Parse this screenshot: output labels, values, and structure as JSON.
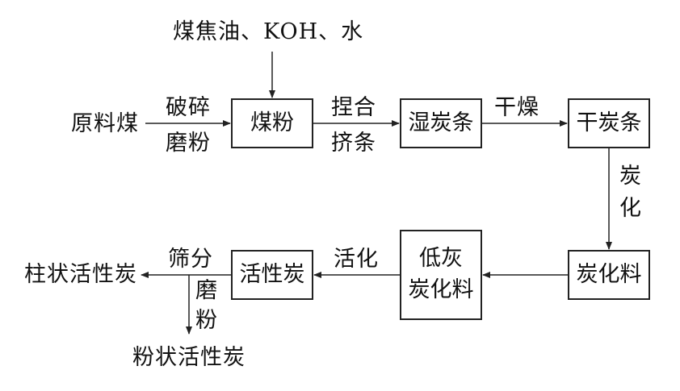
{
  "top_input": "煤焦油、KOH、水",
  "start_label": "原料煤",
  "edge_crush": {
    "line1": "破碎",
    "line2": "磨粉"
  },
  "box_coal_powder": "煤粉",
  "edge_knead": {
    "line1": "捏合",
    "line2": "挤条"
  },
  "box_wet_strip": "湿炭条",
  "edge_dry": "干燥",
  "box_dry_strip": "干炭条",
  "edge_carbonize": {
    "line1": "炭",
    "line2": "化"
  },
  "box_carbonized": "炭化料",
  "box_low_ash": {
    "line1": "低灰",
    "line2": "炭化料"
  },
  "edge_activate": "活化",
  "box_activated": "活性炭",
  "edge_sieve": "筛分",
  "edge_grind": {
    "line1": "磨",
    "line2": "粉"
  },
  "output_columnar": "柱状活性炭",
  "output_powder": "粉状活性炭",
  "colors": {
    "line": "#222222",
    "text": "#111111",
    "background": "#ffffff"
  }
}
